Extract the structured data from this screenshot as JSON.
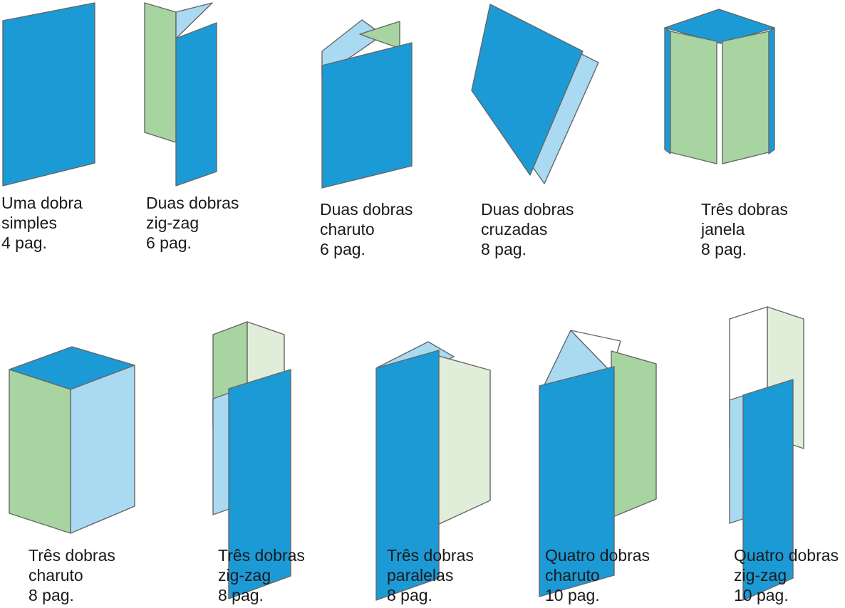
{
  "palette": {
    "background": "#ffffff",
    "blue": "#1B9AD6",
    "light_blue": "#AADAF2",
    "green": "#A7D4A1",
    "pale_green": "#E0EDD9",
    "white_panel": "#FFFFFF",
    "outline": "#666666",
    "text": "#1A1A1A"
  },
  "folds": [
    {
      "id": "uma-dobra-simples",
      "line1": "Uma dobra",
      "line2": "simples",
      "line3": "4 pag."
    },
    {
      "id": "duas-dobras-zig-zag",
      "line1": "Duas dobras",
      "line2": "zig-zag",
      "line3": "6 pag."
    },
    {
      "id": "duas-dobras-charuto",
      "line1": "Duas dobras",
      "line2": "charuto",
      "line3": "6 pag."
    },
    {
      "id": "duas-dobras-cruzadas",
      "line1": "Duas dobras",
      "line2": "cruzadas",
      "line3": "8 pag."
    },
    {
      "id": "tres-dobras-janela",
      "line1": "Três dobras",
      "line2": "janela",
      "line3": "8 pag."
    },
    {
      "id": "tres-dobras-charuto",
      "line1": "Três dobras",
      "line2": "charuto",
      "line3": "8 pag."
    },
    {
      "id": "tres-dobras-zig-zag",
      "line1": "Três dobras",
      "line2": "zig-zag",
      "line3": "8 pag."
    },
    {
      "id": "tres-dobras-paralelas",
      "line1": "Três dobras",
      "line2": "paralelas",
      "line3": "8 pag."
    },
    {
      "id": "quatro-dobras-charuto",
      "line1": "Quatro dobras",
      "line2": "charuto",
      "line3": "10 pag."
    },
    {
      "id": "quatro-dobras-zig-zag",
      "line1": "Quatro dobras",
      "line2": "zig-zag",
      "line3": "10 pag."
    }
  ]
}
